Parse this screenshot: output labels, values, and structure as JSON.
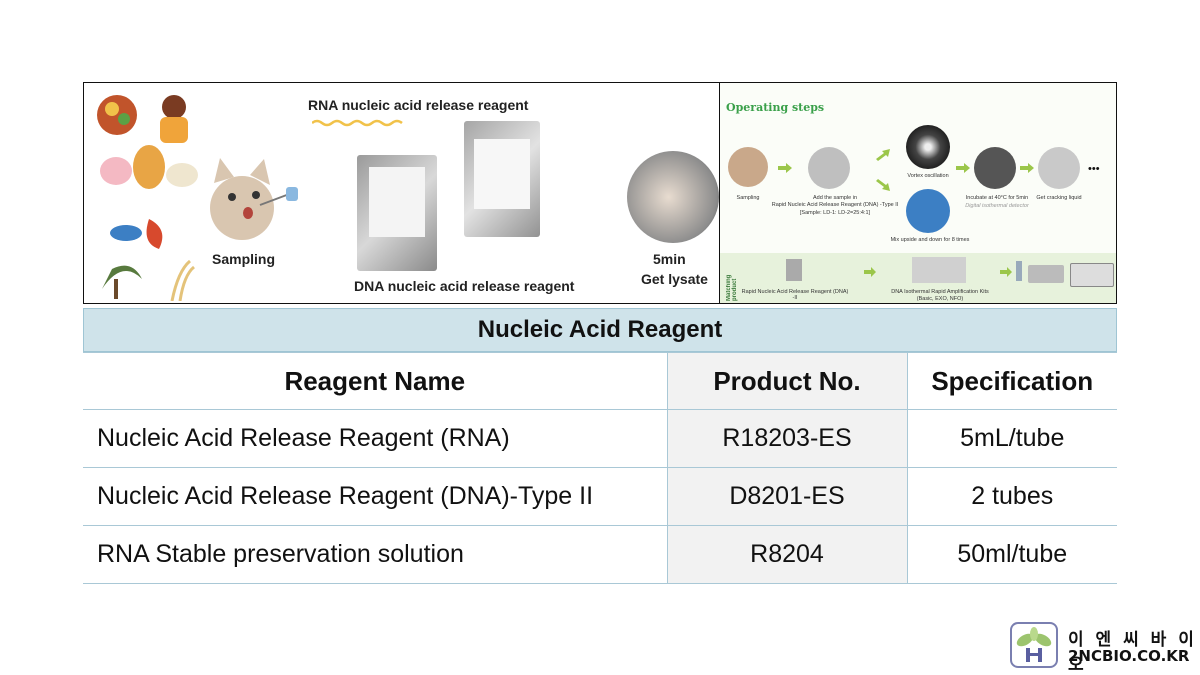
{
  "left_panel": {
    "rna_title": "RNA nucleic acid release reagent",
    "dna_title": "DNA nucleic acid release reagent",
    "sampling": "Sampling",
    "time": "5min",
    "lysate": "Get lysate"
  },
  "right_panel": {
    "heading": "Operating steps",
    "steps": {
      "sampling": "Sampling",
      "add_sample_1": "Add the sample in",
      "add_sample_2": "Rapid Nucleic Acid Release Reagent (DNA) -Type II",
      "add_sample_3": "[Sample: LD-1: LD-2=25:4:1]",
      "vortex": "Vortex oscillation",
      "mix": "Mix upside and down for 8 times",
      "incubate": "Incubate at 40°C for 5min",
      "incubate_sub": "Digital isothermal detector",
      "crack": "Get cracking liquid",
      "ellipsis": "•••"
    },
    "matching_label": "Matching product",
    "matching_1": "Rapid Nucleic Acid Release Reagent (DNA) -II",
    "matching_2": "DNA Isothermal Rapid Amplification Kits",
    "matching_3": "(Basic, EXO, NFO)"
  },
  "table": {
    "banner": "Nucleic Acid Reagent",
    "headers": [
      "Reagent Name",
      "Product No.",
      "Specification"
    ],
    "rows": [
      [
        "Nucleic Acid Release Reagent (RNA)",
        "R18203-ES",
        "5mL/tube"
      ],
      [
        "Nucleic Acid Release Reagent (DNA)-Type II",
        "D8201-ES",
        "2 tubes"
      ],
      [
        "RNA Stable preservation solution",
        "R8204",
        "50ml/tube"
      ]
    ]
  },
  "logo": {
    "korean": "이 엔 씨 바 이 오",
    "english": "2NCBIO.CO.KR"
  },
  "colors": {
    "banner_bg": "#cfe3ea",
    "grid_line": "#a9c8d6",
    "product_col_bg": "#f2f2f2",
    "step_heading": "#3aa04a",
    "arrow": "#9bc64a"
  }
}
